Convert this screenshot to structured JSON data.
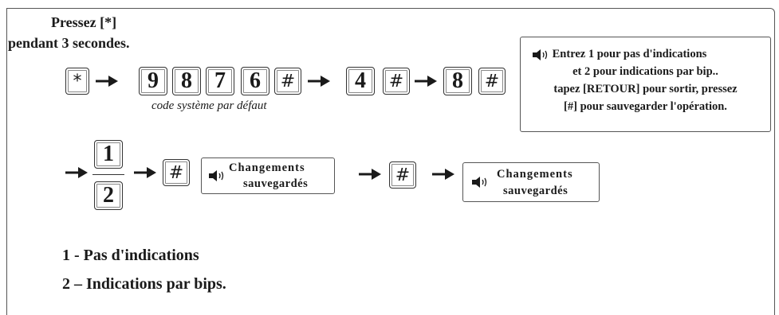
{
  "intro": {
    "line1": "Pressez [*]",
    "line2": "pendant 3 secondes."
  },
  "keys": {
    "star": "*",
    "nine": "9",
    "eight": "8",
    "seven": "7",
    "six": "6",
    "hash1": "#",
    "four": "4",
    "hash2": "#",
    "eight2": "8",
    "hash3": "#",
    "one": "1",
    "two": "2",
    "hash4": "#",
    "hash5": "#"
  },
  "default_code_caption": "code système par défaut",
  "info_box": {
    "line1": "Entrez 1 pour pas d'indications",
    "line2": "et 2 pour indications par bip..",
    "line3": "tapez [RETOUR] pour sortir, pressez",
    "line4": "[#] pour sauvegarder l'opération."
  },
  "confirm_box_1": {
    "line1": "Changements",
    "line2": "sauvegardés"
  },
  "confirm_box_2": {
    "line1": "Changements",
    "line2": "sauvegardés"
  },
  "legend": {
    "item1": "1 - Pas d'indications",
    "item2": "2 – Indications par bips."
  },
  "icons": {
    "arrow": "right-arrow-icon",
    "speaker": "speaker-icon"
  },
  "colors": {
    "ink": "#1a1a1a",
    "border": "#555555"
  }
}
